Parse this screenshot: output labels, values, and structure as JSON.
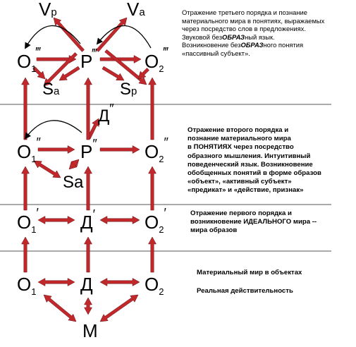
{
  "colors": {
    "arrow": "#c0282b",
    "arrow_stroke": "#6a1416",
    "divider": "#555555",
    "curve": "#000000"
  },
  "nodes": {
    "vp": {
      "main": "V",
      "sub": "p"
    },
    "va": {
      "main": "V",
      "sub": "a"
    },
    "o1_3": {
      "main": "O",
      "idx": "1",
      "mark": "‴"
    },
    "p_3": {
      "main": "P",
      "mark": "‴"
    },
    "o2_3": {
      "main": "O",
      "idx": "2",
      "mark": "‴"
    },
    "sa_3": {
      "main": "S",
      "sub": "a"
    },
    "sp_3": {
      "main": "S",
      "sub": "p"
    },
    "d_2": {
      "main": "Д",
      "mark": "″"
    },
    "o1_2": {
      "main": "O",
      "idx": "1",
      "mark": "″"
    },
    "p_2": {
      "main": "P",
      "mark": "″"
    },
    "o2_2": {
      "main": "O",
      "idx": "2",
      "mark": "″"
    },
    "sa_2": {
      "main": "Sa"
    },
    "o1_1": {
      "main": "O",
      "idx": "1",
      "mark": "′"
    },
    "d_1": {
      "main": "Д",
      "mark": "′"
    },
    "o2_1": {
      "main": "O",
      "idx": "2",
      "mark": "′"
    },
    "o1_0": {
      "main": "O",
      "idx": "1"
    },
    "d_0": {
      "main": "Д"
    },
    "o2_0": {
      "main": "O",
      "idx": "2"
    },
    "m_0": {
      "main": "М"
    }
  },
  "descriptions": {
    "level3": {
      "line1": "Отражение третьего порядка и познание",
      "line2": "материального мира в понятиях, выражаемых",
      "line3": "через посредство слов в предложениях.",
      "line4_pre": "Звуковой без",
      "line4_em": "ОБРАЗ",
      "line4_post": "ный язык.",
      "line5_pre": "Возникновение без",
      "line5_em": "ОБРАЗ",
      "line5_post": "ного понятия",
      "line6": "«пассивный субъект»."
    },
    "level2": {
      "line1": "Отражение второго порядка и",
      "line2": "познание материального мира",
      "line3": "в ПОНЯТИЯХ через посредство",
      "line4": "образного мышления. Интуитивный",
      "line5": "поведенческий язык. Возникновение",
      "line6": "обобщенных понятий в форме образов",
      "line7": "«объект», «активный субъект»",
      "line8": "«предикат» и «действие, признак»"
    },
    "level1": {
      "line1": "Отражение первого порядка и",
      "line2": "возникновение ИДЕАЛЬНОГО мира --",
      "line3": "мира образов"
    },
    "level0": {
      "line1": "Материальный мир в объектах",
      "line2": "Реальная действительность"
    }
  }
}
